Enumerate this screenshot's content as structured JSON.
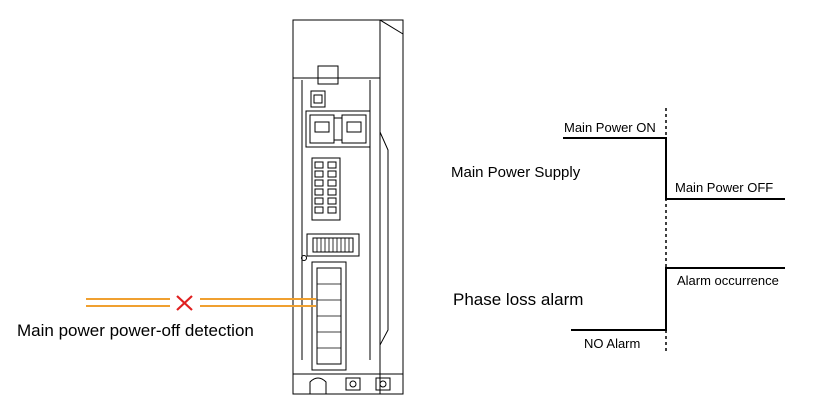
{
  "device": {
    "detection_label": "Main power power-off detection",
    "wire_color": "#f0a030",
    "cross_color": "#e02020"
  },
  "timing": {
    "supply_label": "Main Power Supply",
    "supply_on_label": "Main Power ON",
    "supply_off_label": "Main Power OFF",
    "alarm_label": "Phase loss alarm",
    "alarm_on_label": "Alarm occurrence",
    "alarm_off_label": "NO Alarm"
  }
}
